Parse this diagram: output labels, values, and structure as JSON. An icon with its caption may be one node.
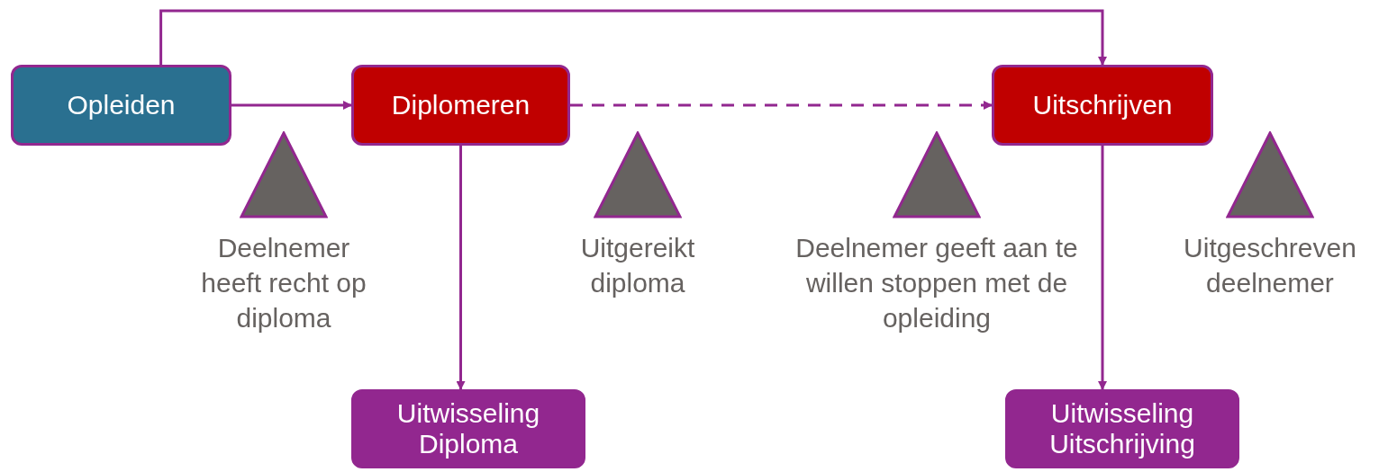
{
  "diagram": {
    "nodes": [
      {
        "text": [
          "Opleiden"
        ]
      },
      {
        "text": [
          "Diplomeren"
        ]
      },
      {
        "text": [
          "Uitschrijven"
        ]
      },
      {
        "text": [
          "Deelnemer heeft recht op diploma"
        ]
      },
      {
        "text": [
          "Uitgereikt diploma"
        ]
      },
      {
        "text": [
          "Deelnemer geeft aan te willen stoppen met de opleiding"
        ]
      },
      {
        "text": [
          "Uitgeschreven deelnemer"
        ]
      },
      {
        "text": [
          "Uitwisseling Diploma"
        ]
      },
      {
        "text": [
          "Uitwisseling Uitschrijving"
        ]
      }
    ],
    "edges": [
      {
        "from": 0,
        "to": 2,
        "arrow": "to"
      },
      {
        "from": 0,
        "to": 1,
        "arrow": "to"
      },
      {
        "from": 1,
        "to": 2,
        "arrow": "to",
        "style": "dashed"
      },
      {
        "from": 1,
        "to": 7,
        "arrow": "to"
      },
      {
        "from": 2,
        "to": 8,
        "arrow": "to"
      }
    ]
  }
}
